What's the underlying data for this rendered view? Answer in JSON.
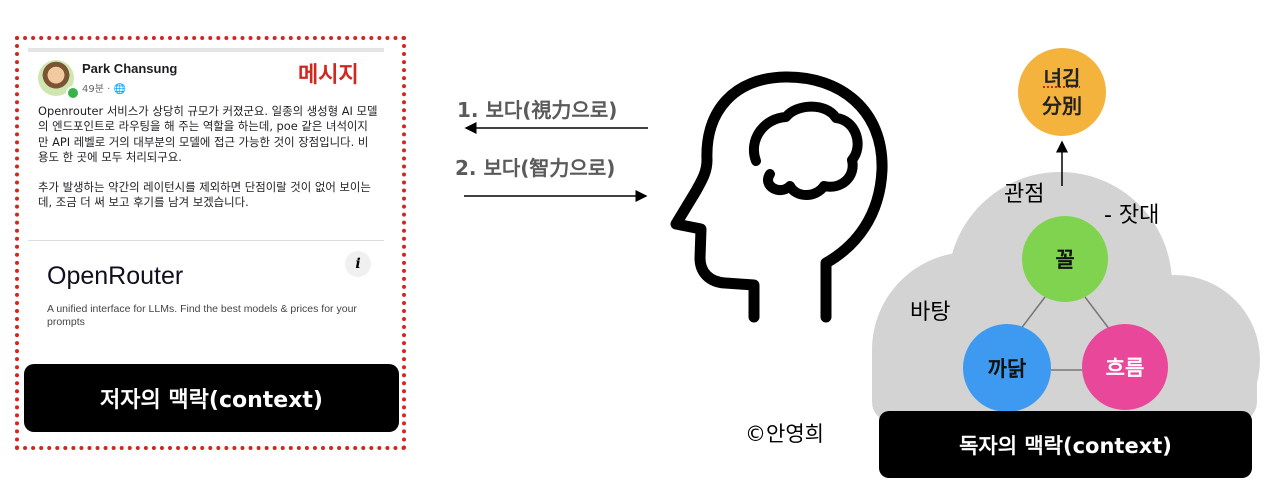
{
  "post": {
    "author": "Park Chansung",
    "meta": "49분 · 🌐",
    "message_tag": "메시지",
    "paragraph1": "Openrouter 서비스가 상당히 규모가 커졌군요. 일종의 생성형 AI 모델의 엔드포인트로 라우팅을 해 주는 역할을 하는데, poe 같은 녀석이지만 API 레벨로 거의 대부분의 모델에 접근 가능한 것이 장점입니다. 비용도 한 곳에 모두 처리되구요.",
    "paragraph2": "추가 발생하는 약간의 레이턴시를 제외하면 단점이랄 것이 없어 보이는데, 조금 더 써 보고 후기를 남겨 보겠습니다.",
    "link_title": "OpenRouter",
    "link_description": "A unified interface for LLMs. Find the best models & prices for your prompts",
    "info_icon": "i"
  },
  "author_context": "저자의 맥락(context)",
  "reader_context": "독자의 맥락(context)",
  "arrows": {
    "label1": "1. 보다(視力으로)",
    "label2": "2. 보다(智力으로)"
  },
  "credit": "©안영희",
  "diagram": {
    "top_circle_line1": "녀김",
    "top_circle_line2": "分別",
    "perspective": "관점",
    "yardstick": "- 잣대",
    "background": "바탕",
    "ggol": "꼴",
    "ggadak": "까닭",
    "heureum": "흐름"
  },
  "colors": {
    "frame": "#d0281e",
    "top_circle": "#f3b33d",
    "ggol": "#7fd34e",
    "ggadak": "#3d9af0",
    "heureum": "#e8479a",
    "cloud": "#d3d3d3"
  }
}
